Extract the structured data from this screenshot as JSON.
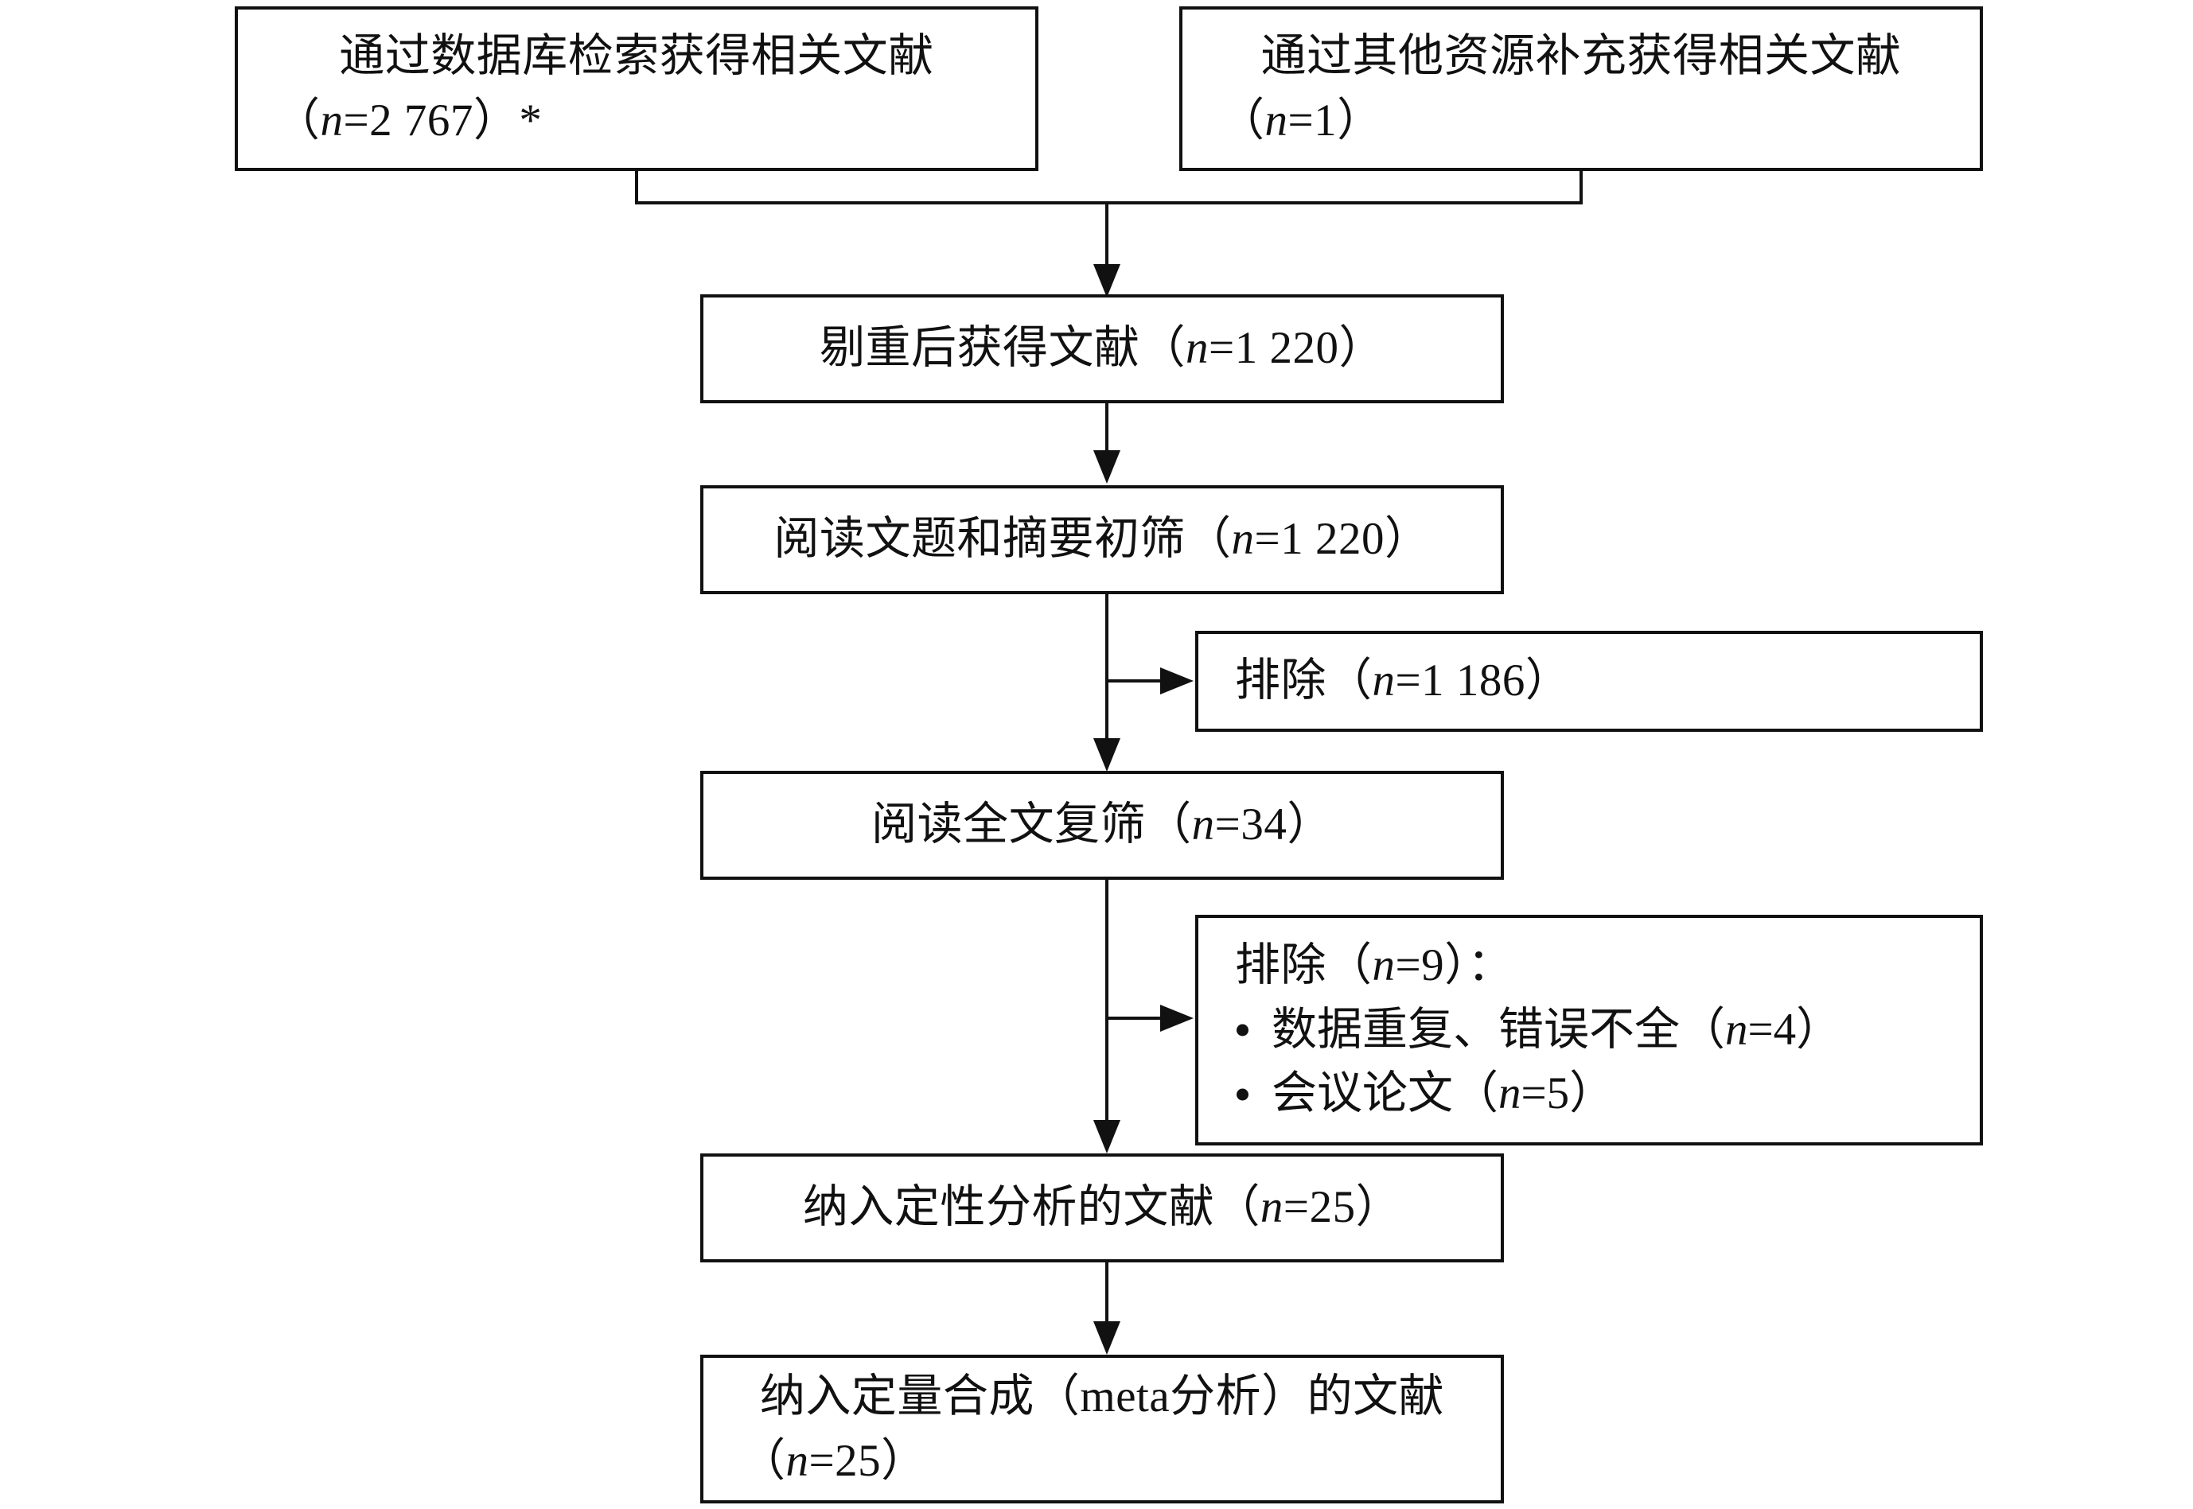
{
  "diagram": {
    "type": "prisma-flow-diagram",
    "language": "zh-CN",
    "stroke_color": "#111111",
    "background_color": "#ffffff",
    "nodes": {
      "db_search": {
        "line1": "通过数据库检索获得相关文献",
        "line2": "（n=2 767）*"
      },
      "other_sources": {
        "line1": "通过其他资源补充获得相关文献",
        "line2": "（n=1）"
      },
      "deduplicated": {
        "line1": "剔重后获得文献（n=1 220）"
      },
      "title_abstract_screen": {
        "line1": "阅读文题和摘要初筛（n=1 220）"
      },
      "excluded_screen": {
        "line1": "排除（n=1 186）"
      },
      "fulltext_screen": {
        "line1": "阅读全文复筛（n=34）"
      },
      "excluded_fulltext": {
        "header": "排除（n=9）：",
        "bullets": [
          "数据重复、错误不全（n=4）",
          "会议论文（n=5）"
        ]
      },
      "qualitative": {
        "line1": "纳入定性分析的文献（n=25）"
      },
      "quantitative": {
        "line1": "纳入定量合成（meta分析）的文献",
        "line2": "（n=25）"
      }
    }
  }
}
